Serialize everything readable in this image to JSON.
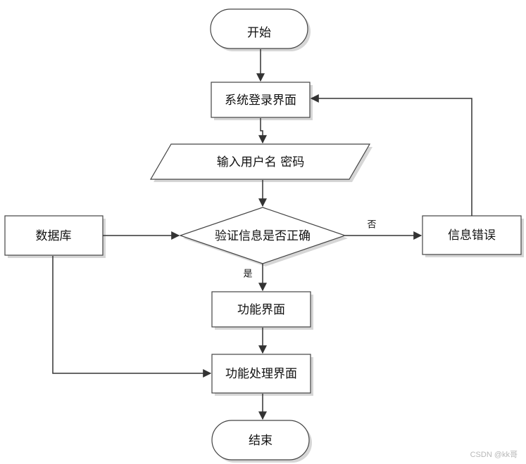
{
  "diagram": {
    "nodes": {
      "start": "开始",
      "login": "系统登录界面",
      "input": "输入用户名 密码",
      "verify": "验证信息是否正确",
      "error": "信息错误",
      "database": "数据库",
      "function": "功能界面",
      "process": "功能处理界面",
      "end": "结束"
    },
    "edge_labels": {
      "no": "否",
      "yes": "是"
    }
  },
  "watermark": "CSDN @kk哥",
  "colors": {
    "stroke": "#333333",
    "fill": "#ffffff",
    "shadow": "#d0d0d0",
    "text": "#111111"
  }
}
